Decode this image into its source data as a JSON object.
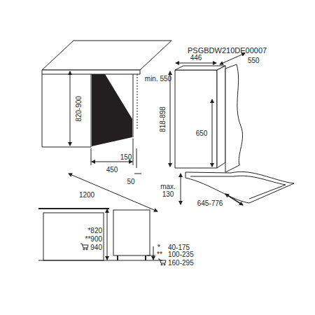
{
  "diagram": {
    "labels": [
      "PSGBDW210DE00007",
      "446",
      "550",
      "820-900",
      "min. 550",
      "818-898",
      "650",
      "450",
      "150",
      "50",
      "1200",
      "max. 130",
      "645-776",
      "*820",
      "**900",
      "940",
      "*",
      "40-175",
      "**",
      "100-235",
      "160-295"
    ]
  }
}
